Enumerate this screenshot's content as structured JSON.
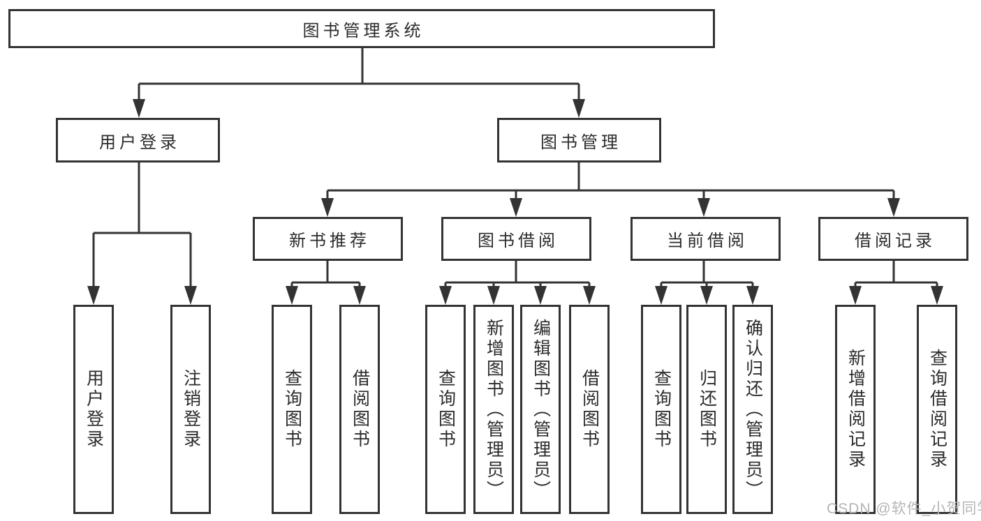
{
  "colors": {
    "background": "#ffffff",
    "line": "#333333",
    "box_border": "#333333",
    "text": "#2b2b2b",
    "watermark": "#b5b5b5"
  },
  "watermark": {
    "text": "CSDN @软件_小贺同学"
  },
  "tree": {
    "root": {
      "label": "图书管理系统"
    },
    "branches": [
      {
        "label": "用户登录",
        "children": [
          {
            "label": "用户登录"
          },
          {
            "label": "注销登录"
          }
        ]
      },
      {
        "label": "图书管理",
        "children": [
          {
            "label": "新书推荐",
            "children": [
              {
                "label": "查询图书"
              },
              {
                "label": "借阅图书"
              }
            ]
          },
          {
            "label": "图书借阅",
            "children": [
              {
                "label": "查询图书"
              },
              {
                "label": "新增图书（管理员）"
              },
              {
                "label": "编辑图书（管理员）"
              },
              {
                "label": "借阅图书"
              }
            ]
          },
          {
            "label": "当前借阅",
            "children": [
              {
                "label": "查询图书"
              },
              {
                "label": "归还图书"
              },
              {
                "label": "确认归还（管理员）"
              }
            ]
          },
          {
            "label": "借阅记录",
            "children": [
              {
                "label": "新增借阅记录"
              },
              {
                "label": "查询借阅记录"
              }
            ]
          }
        ]
      }
    ]
  }
}
